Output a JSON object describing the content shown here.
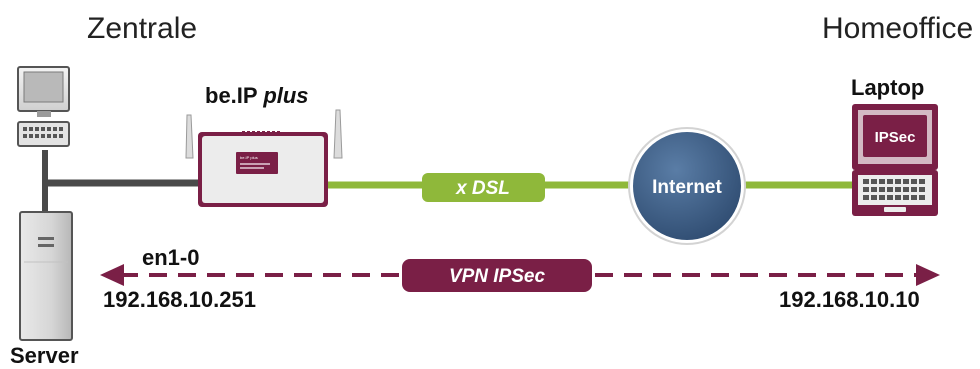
{
  "sites": {
    "left": "Zentrale",
    "right": "Homeoffice"
  },
  "devices": {
    "server": "Server",
    "router_name": "be.IP",
    "router_suffix": "plus",
    "laptop": "Laptop",
    "laptop_screen": "IPSec",
    "internet": "Internet",
    "router_badge": "be.IP plus"
  },
  "links": {
    "dsl": "x DSL",
    "vpn": "VPN IPSec"
  },
  "addresses": {
    "interface": "en1-0",
    "local_ip": "192.168.10.251",
    "remote_ip": "192.168.10.10"
  },
  "colors": {
    "green": "#8fb83a",
    "maroon": "#7a1f46",
    "globe": "#3f5f86",
    "dark_line": "#4a4a4a"
  }
}
